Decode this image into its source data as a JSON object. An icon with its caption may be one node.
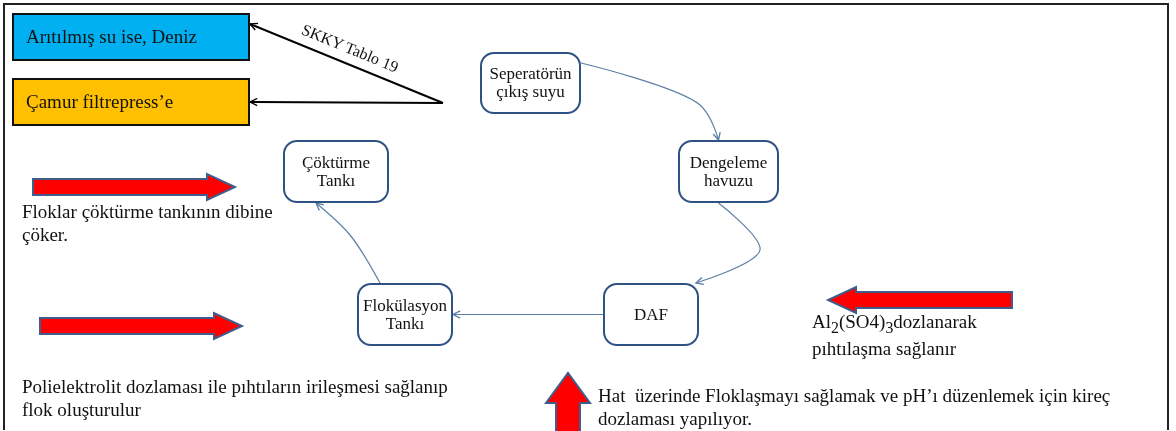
{
  "diagram": {
    "nodes": [
      {
        "text": [
          "Arıtılmış su ise, Deniz"
        ]
      },
      {
        "text": [
          "Çamur filtrepress’e"
        ]
      },
      {
        "text": [
          "Seperatörün çıkış suyu"
        ]
      },
      {
        "text": [
          "Dengeleme havuzu"
        ]
      },
      {
        "text": [
          "DAF"
        ]
      },
      {
        "text": [
          "Flokülasyon Tankı"
        ]
      },
      {
        "text": [
          "Çöktürme Tankı"
        ]
      }
    ],
    "edges": [
      {
        "from": null,
        "to": 0,
        "arrow": "to",
        "label": "SKKY Tablo 19",
        "color": "#000000"
      },
      {
        "from": null,
        "to": 1,
        "arrow": "to",
        "color": "#000000"
      },
      {
        "from": 2,
        "to": 3,
        "arrow": "to"
      },
      {
        "from": 3,
        "to": 4,
        "arrow": "to"
      },
      {
        "from": 4,
        "to": 5,
        "arrow": "to"
      },
      {
        "from": 5,
        "to": 6,
        "arrow": "to"
      }
    ],
    "labels": [
      "Floklar çöktürme tankının dibine çöker.",
      "Polielektrolit dozlaması ile pıhtıların irileşmesi sağlanıp flok oluşturulur",
      "Al$_{2}$(SO4)$_{3}$dozlanarak pıhtılaşma sağlanır",
      "Hat  üzerinde Floklaşmayı sağlamak ve pH’ı düzenlemek için kireç dozlaması yapılıyor."
    ]
  }
}
